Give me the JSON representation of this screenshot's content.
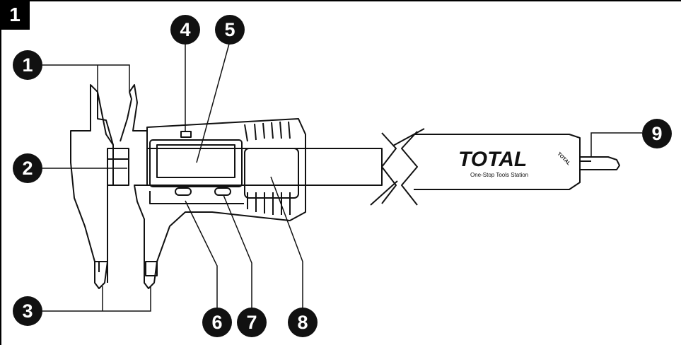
{
  "figure": {
    "number": "1"
  },
  "brand": {
    "logo_text": "TOTAL",
    "tagline": "One-Stop Tools Station",
    "jaw_logo": "TOTAL"
  },
  "callouts": [
    {
      "number": "1",
      "part": "outside-jaws"
    },
    {
      "number": "2",
      "part": "main-scale-beam"
    },
    {
      "number": "3",
      "part": "inside-jaws"
    },
    {
      "number": "4",
      "part": "battery-indicator"
    },
    {
      "number": "5",
      "part": "lcd-display"
    },
    {
      "number": "6",
      "part": "on-off-button"
    },
    {
      "number": "7",
      "part": "zero-mm-inch-button"
    },
    {
      "number": "8",
      "part": "thumb-roller"
    },
    {
      "number": "9",
      "part": "depth-rod"
    }
  ],
  "colors": {
    "ink": "#111111",
    "paper": "#ffffff",
    "frame": "#000000"
  }
}
